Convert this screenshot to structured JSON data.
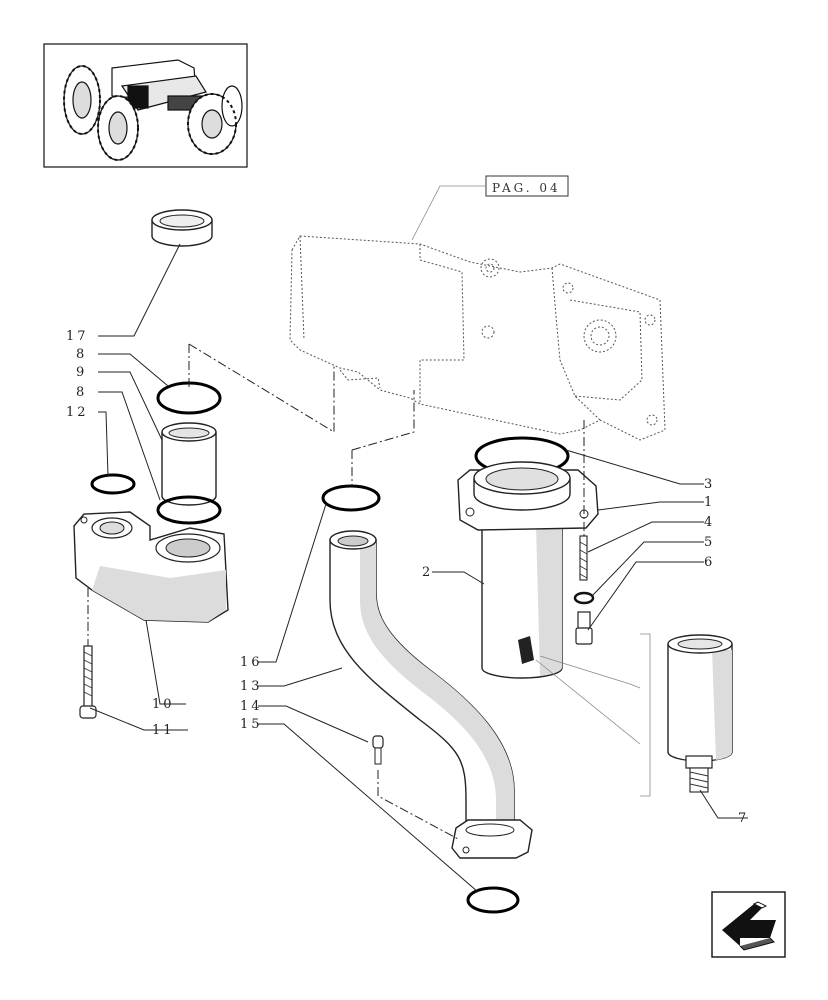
{
  "reference": {
    "text": "PAG. 04"
  },
  "labels": [
    {
      "id": "17",
      "text": "17"
    },
    {
      "id": "8a",
      "text": "8"
    },
    {
      "id": "9",
      "text": "9"
    },
    {
      "id": "8b",
      "text": "8"
    },
    {
      "id": "12",
      "text": "12"
    },
    {
      "id": "10",
      "text": "10"
    },
    {
      "id": "11",
      "text": "11"
    },
    {
      "id": "16",
      "text": "16"
    },
    {
      "id": "13",
      "text": "13"
    },
    {
      "id": "14",
      "text": "14"
    },
    {
      "id": "15",
      "text": "15"
    },
    {
      "id": "3",
      "text": "3"
    },
    {
      "id": "1",
      "text": "1"
    },
    {
      "id": "4",
      "text": "4"
    },
    {
      "id": "5",
      "text": "5"
    },
    {
      "id": "6",
      "text": "6"
    },
    {
      "id": "2",
      "text": "2"
    },
    {
      "id": "7",
      "text": "7"
    }
  ],
  "icons": {
    "thumbnail": "tractor-thumbnail-icon",
    "nav": "next-page-arrow-icon"
  }
}
